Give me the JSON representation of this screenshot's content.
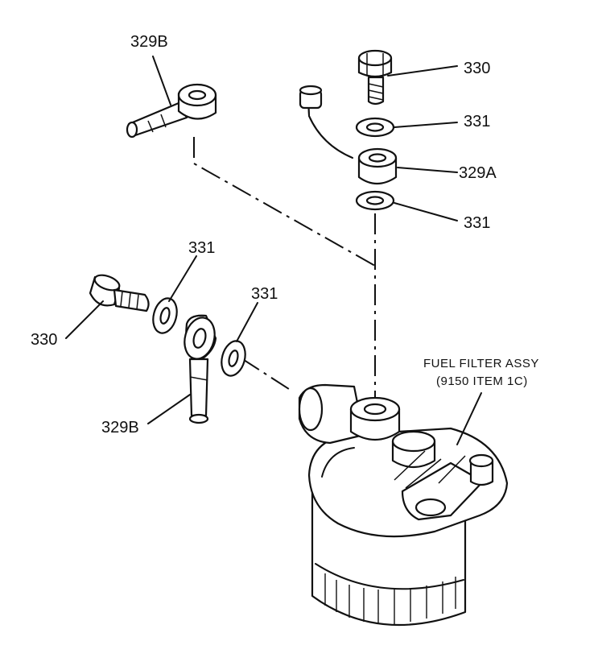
{
  "labels": {
    "banjo_top": "329B",
    "bolt_top": "330",
    "washer_top_1": "331",
    "banjo_right": "329A",
    "washer_top_2": "331",
    "washer_left_1": "331",
    "washer_left_2": "331",
    "bolt_left": "330",
    "banjo_bottom": "329B",
    "assy_line1": "FUEL FILTER ASSY",
    "assy_line2": "(9150 ITEM 1C)"
  }
}
